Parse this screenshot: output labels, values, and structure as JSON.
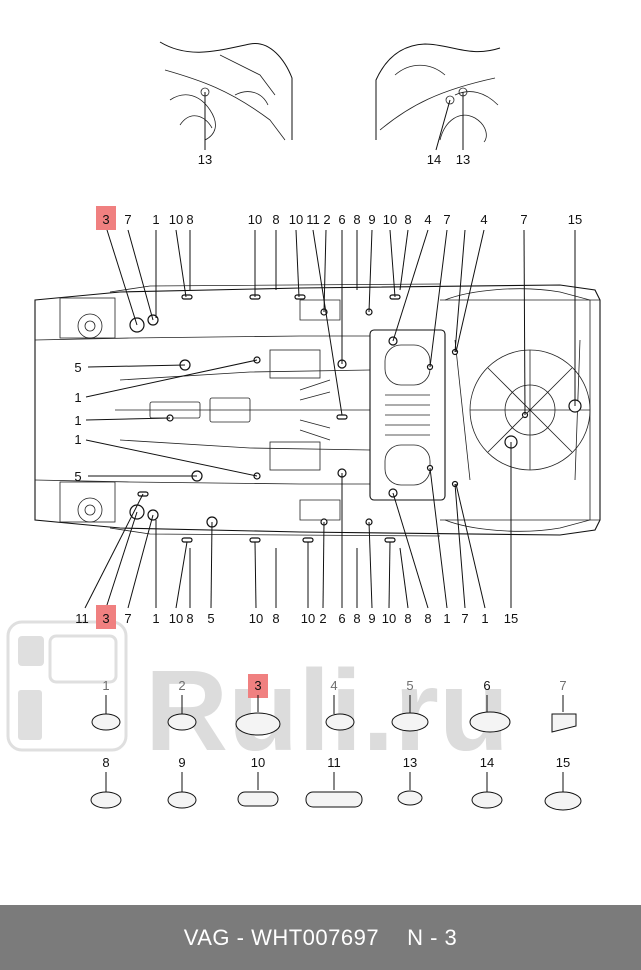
{
  "highlight_color": "#f08080",
  "footer_color": "#7b7b7b",
  "watermark": {
    "text": "Ruli.ru",
    "color": "#dcdcdc"
  },
  "footer": {
    "brand_part": "VAG - WHT007697",
    "page": "N - 3"
  },
  "detail_labels": {
    "left": [
      "13"
    ],
    "right": [
      "14",
      "13"
    ]
  },
  "top_labels": [
    "3",
    "7",
    "1",
    "10",
    "8",
    "10",
    "8",
    "10",
    "11",
    "2",
    "6",
    "8",
    "9",
    "10",
    "8",
    "4",
    "7",
    "4",
    "7",
    "15"
  ],
  "left_labels": [
    "5",
    "1",
    "1",
    "1",
    "5"
  ],
  "bottom_labels": [
    "11",
    "3",
    "7",
    "1",
    "10",
    "8",
    "5",
    "10",
    "8",
    "10",
    "2",
    "6",
    "8",
    "9",
    "10",
    "8",
    "8",
    "1",
    "7",
    "1",
    "15"
  ],
  "parts_row1": [
    "1",
    "2",
    "3",
    "4",
    "5",
    "6",
    "7"
  ],
  "parts_row2": [
    "8",
    "9",
    "10",
    "11",
    "13",
    "14",
    "15"
  ],
  "highlighted_part": "3"
}
